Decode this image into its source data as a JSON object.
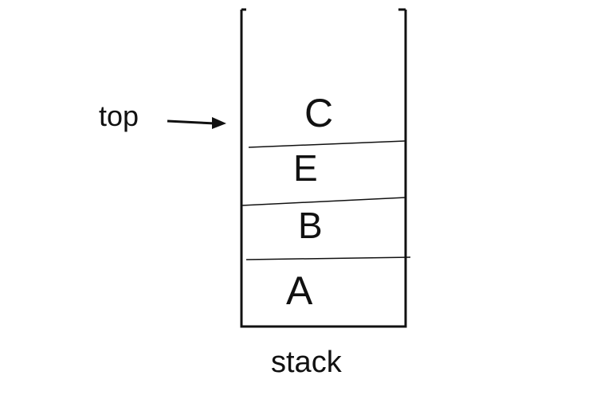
{
  "pointer_label": "top",
  "stack_label": "stack",
  "items": [
    "C",
    "E",
    "B",
    "A"
  ]
}
